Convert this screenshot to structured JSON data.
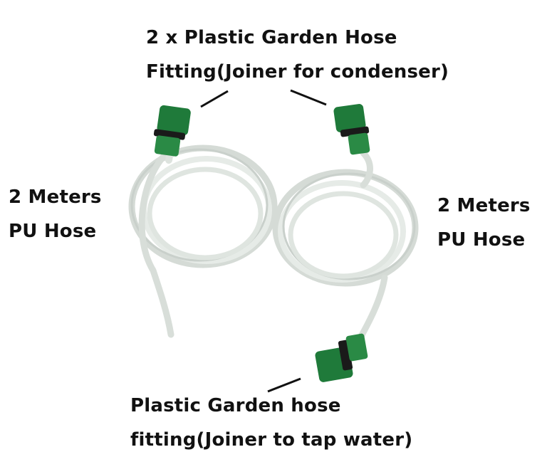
{
  "labels": {
    "top": {
      "line1": "2 x Plastic Garden Hose",
      "line2": "Fitting(Joiner for condenser)"
    },
    "left": {
      "line1": "2 Meters",
      "line2": "PU Hose"
    },
    "right": {
      "line1": "2 Meters",
      "line2": "PU Hose"
    },
    "bottom": {
      "line1": "Plastic Garden hose",
      "line2": "fitting(Joiner to tap water)"
    }
  },
  "colors": {
    "fitting_green": "#1f7a3a",
    "hose": "#e4e8e4",
    "text": "#111111"
  }
}
